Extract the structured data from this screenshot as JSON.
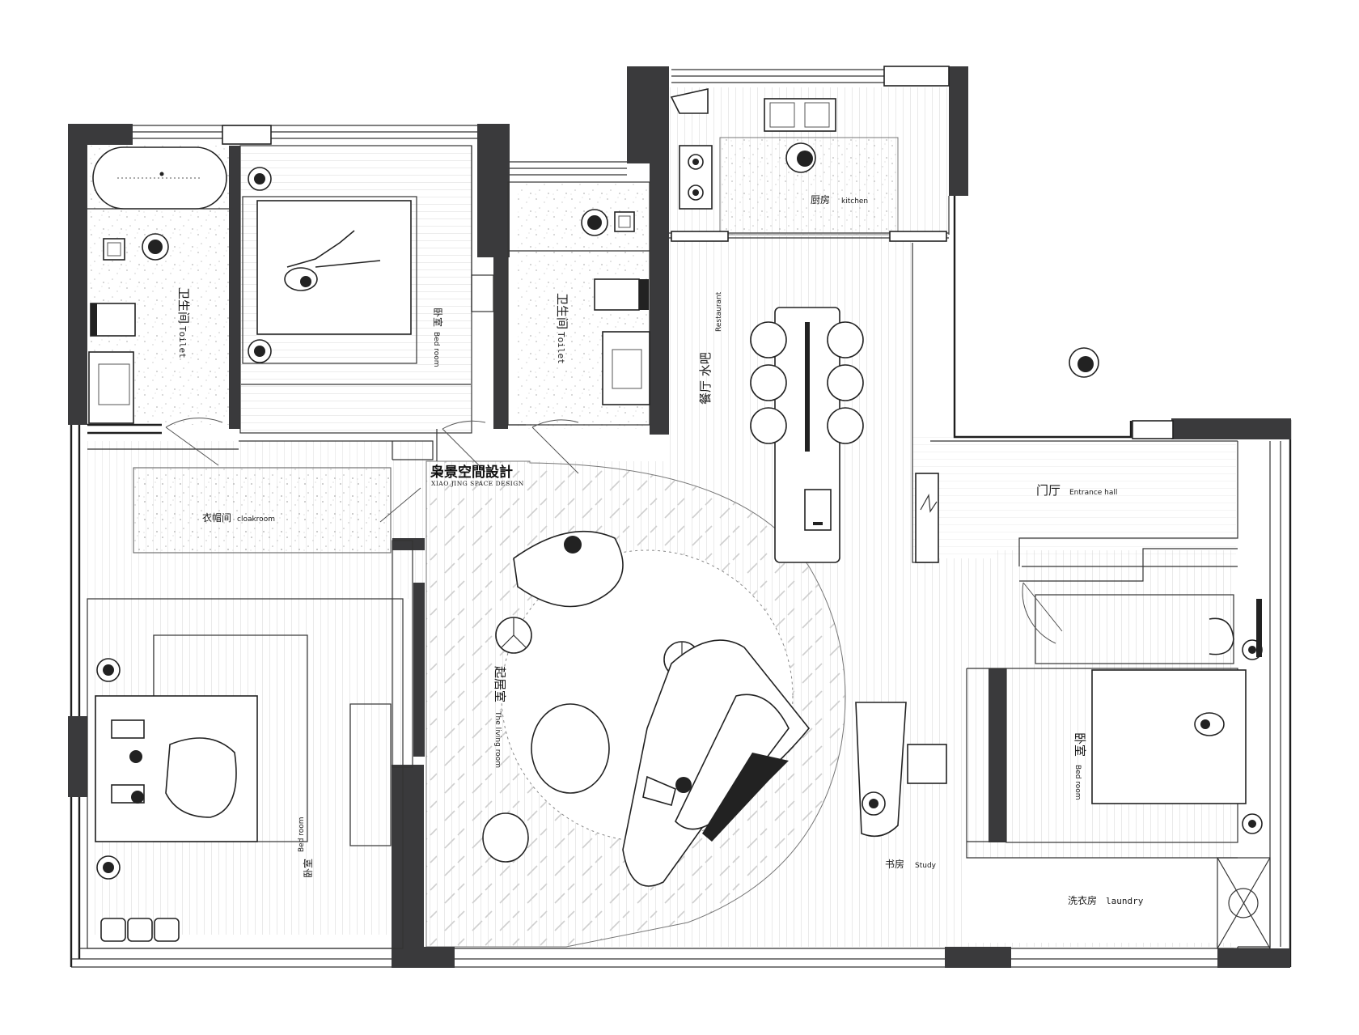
{
  "brand": {
    "name": "枭景空間設計",
    "tagline": "XIAO JING SPACE DESIGN"
  },
  "rooms": {
    "toilet_left": {
      "cn": "卫生间",
      "en": "Toilet"
    },
    "bedroom_top": {
      "cn": "卧室",
      "en": "Bed room"
    },
    "toilet_mid": {
      "cn": "卫生间",
      "en": "Toilet"
    },
    "kitchen": {
      "cn": "厨房",
      "en": "kitchen"
    },
    "restaurant": {
      "cn": "餐厅 水吧",
      "en": "Restaurant"
    },
    "cloakroom": {
      "cn": "衣帽间",
      "en": "cloakroom"
    },
    "entrance": {
      "cn": "门厅",
      "en": "Entrance hall"
    },
    "living": {
      "cn": "起居室",
      "en": "The living room"
    },
    "bedroom_bl": {
      "cn": "卧室",
      "en": "Bed room"
    },
    "bedroom_right": {
      "cn": "卧室",
      "en": "Bed room"
    },
    "study": {
      "cn": "书房",
      "en": "Study"
    },
    "laundry": {
      "cn": "洗衣房",
      "en": "laundry"
    }
  },
  "colors": {
    "wall": "#3a3a3c",
    "line": "#222222",
    "background": "#ffffff"
  }
}
